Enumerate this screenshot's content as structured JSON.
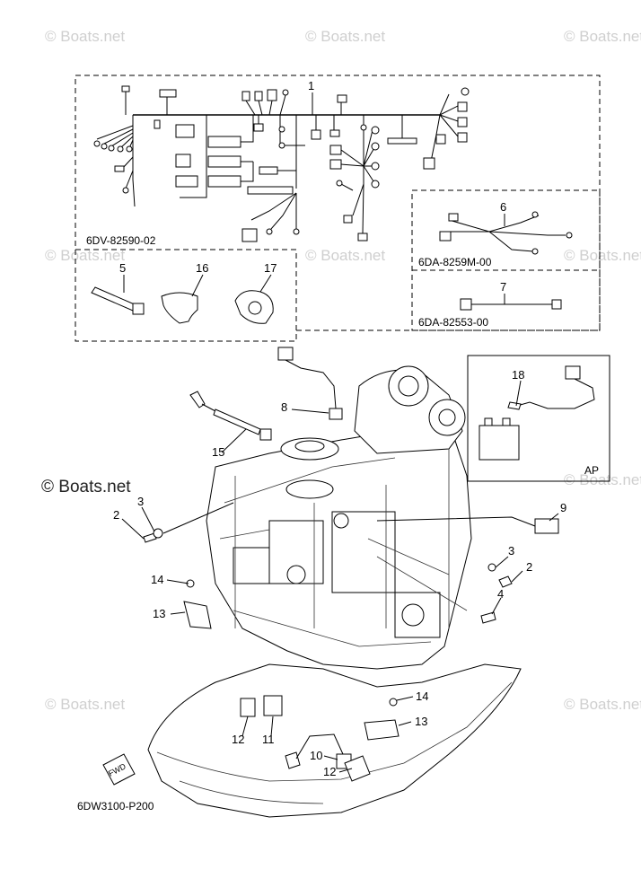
{
  "watermark": {
    "text": "© Boats.net"
  },
  "codes": {
    "main_harness": "6DV-82590-02",
    "sub_harness_6": "6DA-8259M-00",
    "sub_harness_7": "6DA-82553-00",
    "figure_code": "6DW3100-P200"
  },
  "labels": {
    "ap": "AP",
    "fwd": "FWD"
  },
  "callouts": {
    "c1": "1",
    "c2a": "2",
    "c2b": "2",
    "c3a": "3",
    "c3b": "3",
    "c4": "4",
    "c5": "5",
    "c6": "6",
    "c7": "7",
    "c8": "8",
    "c9": "9",
    "c10": "10",
    "c11": "11",
    "c12a": "12",
    "c12b": "12",
    "c13a": "13",
    "c13b": "13",
    "c14a": "14",
    "c14b": "14",
    "c15": "15",
    "c16": "16",
    "c17": "17",
    "c18": "18"
  }
}
